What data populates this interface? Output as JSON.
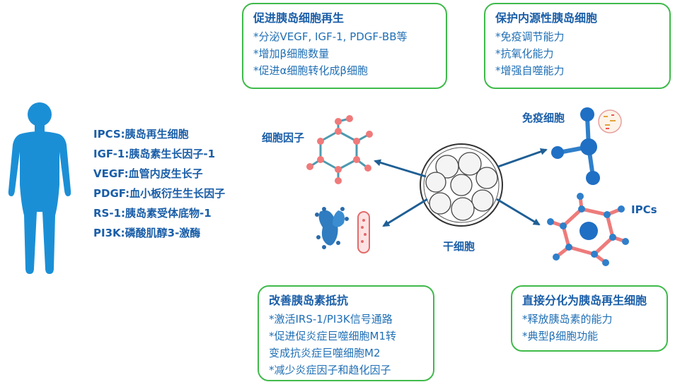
{
  "boxes": {
    "regen": {
      "title": "促进胰岛细胞再生",
      "items": [
        "*分泌VEGF, IGF-1, PDGF-BB等",
        "*增加β细胞数量",
        "*促进α细胞转化成β细胞"
      ]
    },
    "protect": {
      "title": "保护内源性胰岛细胞",
      "items": [
        "*免疫调节能力",
        "*抗氧化能力",
        "*增强自噬能力"
      ]
    },
    "resist": {
      "title": "改善胰岛素抵抗",
      "items": [
        "*激活IRS-1/PI3K信号通路",
        "*促进促炎症巨噬细胞M1转",
        "变成抗炎症巨噬细胞M2",
        "*减少炎症因子和趋化因子"
      ]
    },
    "diff": {
      "title": "直接分化为胰岛再生细胞",
      "items": [
        "*释放胰岛素的能力",
        "*典型β细胞功能"
      ]
    }
  },
  "legend": [
    "IPCS:胰岛再生细胞",
    "IGF-1:胰岛素生长因子-1",
    "VEGF:血管内皮生长子",
    "PDGF:血小板衍生生长因子",
    "RS-1:胰岛素受体底物-1",
    "PI3K:磷酸肌醇3-激酶"
  ],
  "labels": {
    "cytokine": "细胞因子",
    "immune": "免疫细胞",
    "ipcs": "IPCs",
    "stem": "干细胞"
  },
  "colors": {
    "box_border": "#3fba4a",
    "text": "#1f6fb5",
    "human": "#1b8fd6",
    "arrow": "#1f5f95",
    "node_pink": "#f08a8a",
    "node_blue": "#1f74c8"
  }
}
